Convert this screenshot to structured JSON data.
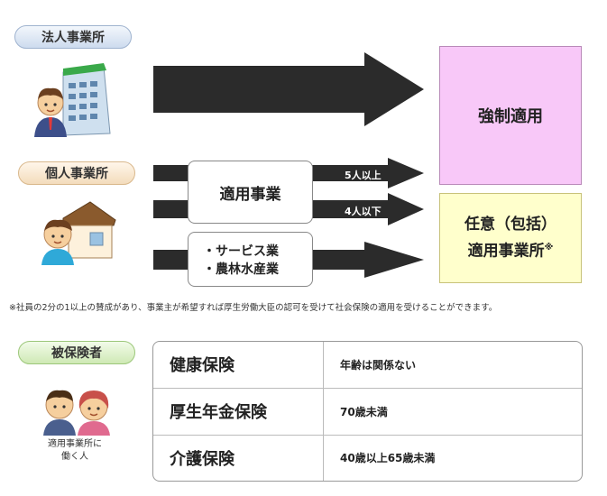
{
  "sections": {
    "corporate": "法人事業所",
    "individual": "個人事業所",
    "insured": "被保険者"
  },
  "boxes": {
    "mandatory": "強制適用",
    "applicable_business": "適用事業",
    "excluded_line1": "・サービス業",
    "excluded_line2": "・農林水産業",
    "voluntary_line1": "任意（包括）",
    "voluntary_line2": "適用事業所",
    "voluntary_mark": "※"
  },
  "arrows": {
    "five_or_more": "5人以上",
    "four_or_less": "4人以下"
  },
  "note": "※社員の2分の1以上の賛成があり、事業主が希望すれば厚生労働大臣の認可を受けて社会保険の適用を受けることができます。",
  "insured_caption_line1": "適用事業所に",
  "insured_caption_line2": "働く人",
  "insurance": [
    {
      "name": "健康保険",
      "condition": "年齢は関係ない"
    },
    {
      "name": "厚生年金保険",
      "condition": "70歳未満"
    },
    {
      "name": "介護保険",
      "condition": "40歳以上65歳未満"
    }
  ],
  "colors": {
    "mandatory_fill": "#f8c8f8",
    "voluntary_fill": "#ffffcc",
    "arrow_fill": "#2b2b2b"
  }
}
